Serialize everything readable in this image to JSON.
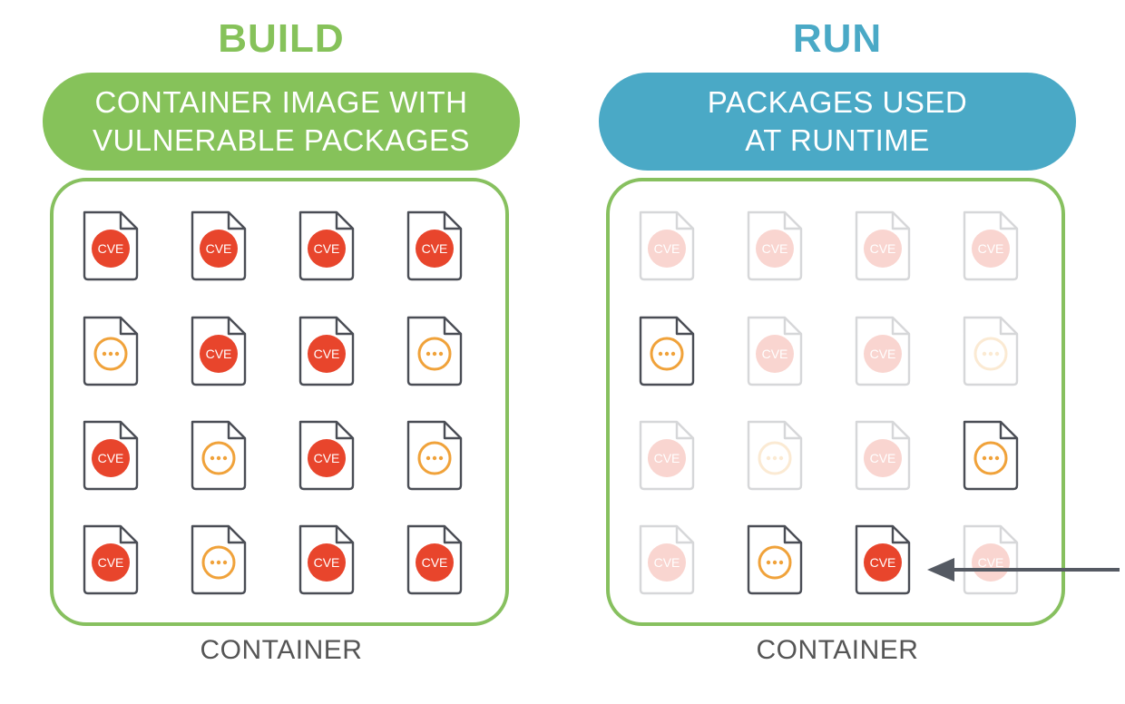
{
  "colors": {
    "build": "#86c25a",
    "run": "#4aa9c6",
    "cve": "#e8452c",
    "dots": "#f0a23a",
    "container_border": "#87c05f"
  },
  "panels": [
    {
      "id": "build",
      "heading": "BUILD",
      "pill": "CONTAINER IMAGE WITH\nVULNERABLE PACKAGES",
      "container_label": "CONTAINER",
      "grid": [
        [
          {
            "type": "cve",
            "label": "CVE",
            "state": "active"
          },
          {
            "type": "cve",
            "label": "CVE",
            "state": "active"
          },
          {
            "type": "cve",
            "label": "CVE",
            "state": "active"
          },
          {
            "type": "cve",
            "label": "CVE",
            "state": "active"
          }
        ],
        [
          {
            "type": "dots",
            "state": "active"
          },
          {
            "type": "cve",
            "label": "CVE",
            "state": "active"
          },
          {
            "type": "cve",
            "label": "CVE",
            "state": "active"
          },
          {
            "type": "dots",
            "state": "active"
          }
        ],
        [
          {
            "type": "cve",
            "label": "CVE",
            "state": "active"
          },
          {
            "type": "dots",
            "state": "active"
          },
          {
            "type": "cve",
            "label": "CVE",
            "state": "active"
          },
          {
            "type": "dots",
            "state": "active"
          }
        ],
        [
          {
            "type": "cve",
            "label": "CVE",
            "state": "active"
          },
          {
            "type": "dots",
            "state": "active"
          },
          {
            "type": "cve",
            "label": "CVE",
            "state": "active"
          },
          {
            "type": "cve",
            "label": "CVE",
            "state": "active"
          }
        ]
      ]
    },
    {
      "id": "run",
      "heading": "RUN",
      "pill": "PACKAGES USED\nAT RUNTIME",
      "container_label": "CONTAINER",
      "grid": [
        [
          {
            "type": "cve",
            "label": "CVE",
            "state": "faded"
          },
          {
            "type": "cve",
            "label": "CVE",
            "state": "faded"
          },
          {
            "type": "cve",
            "label": "CVE",
            "state": "faded"
          },
          {
            "type": "cve",
            "label": "CVE",
            "state": "faded"
          }
        ],
        [
          {
            "type": "dots",
            "state": "active"
          },
          {
            "type": "cve",
            "label": "CVE",
            "state": "faded"
          },
          {
            "type": "cve",
            "label": "CVE",
            "state": "faded"
          },
          {
            "type": "dots",
            "state": "faded"
          }
        ],
        [
          {
            "type": "cve",
            "label": "CVE",
            "state": "faded"
          },
          {
            "type": "dots",
            "state": "faded"
          },
          {
            "type": "cve",
            "label": "CVE",
            "state": "faded"
          },
          {
            "type": "dots",
            "state": "active"
          }
        ],
        [
          {
            "type": "cve",
            "label": "CVE",
            "state": "faded"
          },
          {
            "type": "dots",
            "state": "active"
          },
          {
            "type": "cve",
            "label": "CVE",
            "state": "active",
            "pointed": true
          },
          {
            "type": "cve",
            "label": "CVE",
            "state": "faded"
          }
        ]
      ]
    }
  ],
  "pointer": {
    "icon": "left-arrow-icon",
    "target": "run-package-r3-c2"
  }
}
